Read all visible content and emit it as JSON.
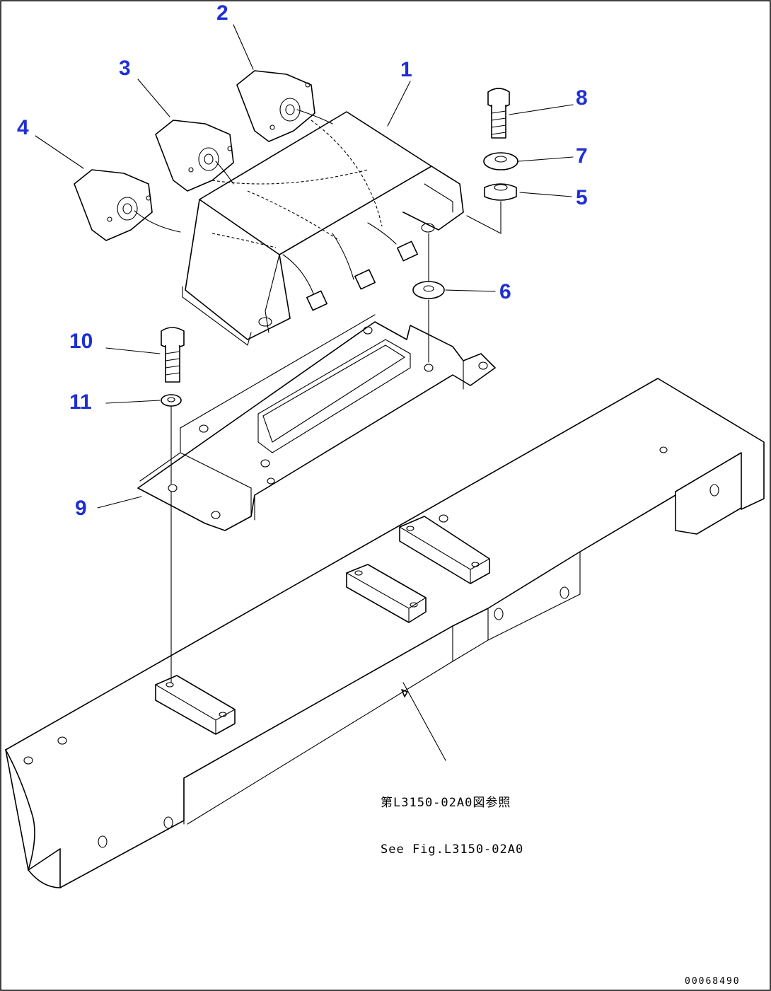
{
  "callouts": {
    "c1": "1",
    "c2": "2",
    "c3": "3",
    "c4": "4",
    "c5": "5",
    "c6": "6",
    "c7": "7",
    "c8": "8",
    "c9": "9",
    "c10": "10",
    "c11": "11"
  },
  "reference_note": {
    "line1": "第L3150-02A0図参照",
    "line2": "See Fig.L3150-02A0"
  },
  "drawing_code": "00068490",
  "colors": {
    "callout": "#1f2fd6",
    "line": "#000000"
  }
}
